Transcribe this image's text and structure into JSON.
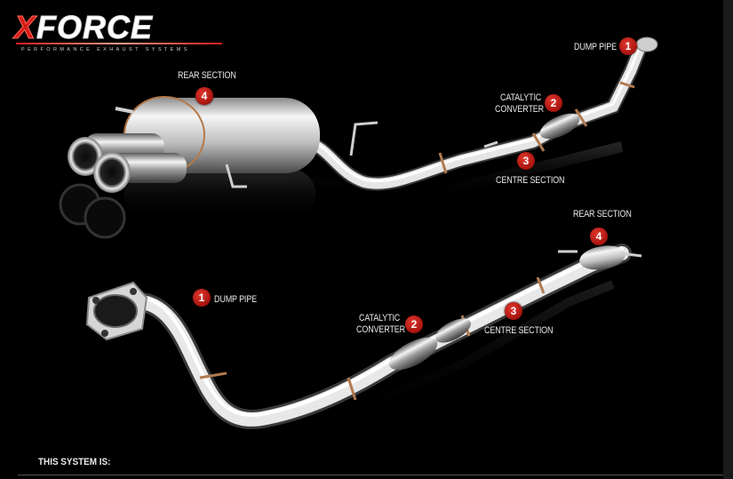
{
  "brand": {
    "logo_x": "X",
    "logo_rest": "FORCE",
    "tagline": "PERFORMANCE EXHAUST SYSTEMS"
  },
  "top_system": {
    "dump_pipe": {
      "number": "1",
      "label": "DUMP PIPE"
    },
    "catalytic_converter": {
      "number": "2",
      "label_line1": "CATALYTIC",
      "label_line2": "CONVERTER"
    },
    "centre_section": {
      "number": "3",
      "label": "CENTRE SECTION"
    },
    "rear_section": {
      "number": "4",
      "label": "REAR SECTION"
    }
  },
  "bottom_system": {
    "dump_pipe": {
      "number": "1",
      "label": "DUMP PIPE"
    },
    "catalytic_converter": {
      "number": "2",
      "label_line1": "CATALYTIC",
      "label_line2": "CONVERTER"
    },
    "centre_section": {
      "number": "3",
      "label": "CENTRE SECTION"
    },
    "rear_section": {
      "number": "4",
      "label": "REAR SECTION"
    }
  },
  "footer": {
    "system_label": "THIS SYSTEM IS:"
  },
  "colors": {
    "background": "#000000",
    "badge": "#c0201a",
    "steel": "#d9d9d9",
    "accent": "#d71c18"
  }
}
